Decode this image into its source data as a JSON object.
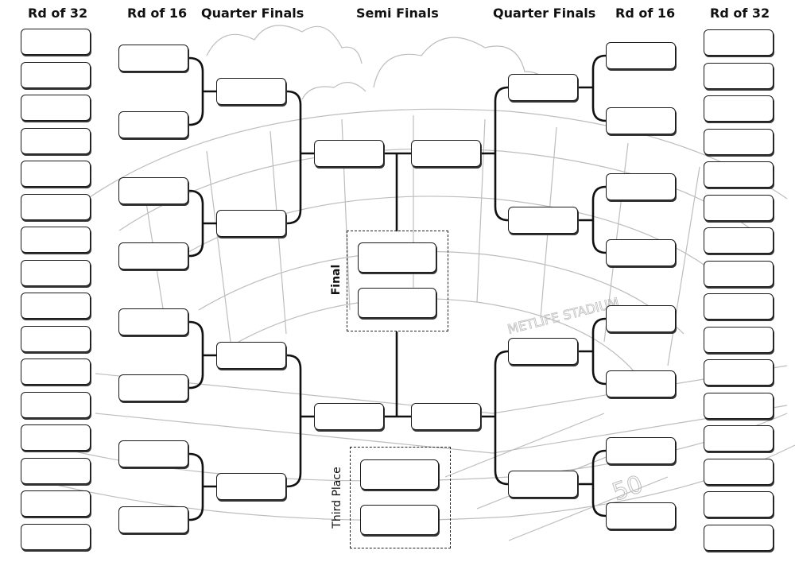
{
  "headers": {
    "left_r32": "Rd of 32",
    "left_r16": "Rd of 16",
    "left_qf": "Quarter Finals",
    "semi": "Semi Finals",
    "right_qf": "Quarter Finals",
    "right_r16": "Rd of 16",
    "right_r32": "Rd of 32"
  },
  "labels": {
    "final": "Final",
    "third_place": "Third Place"
  },
  "background": {
    "stadium_sign": "METLIFE STADIUM",
    "field_number": "50"
  },
  "colors": {
    "line": "#111111",
    "sketch": "#b8b8b8",
    "slot_border": "#1a1a1a"
  }
}
